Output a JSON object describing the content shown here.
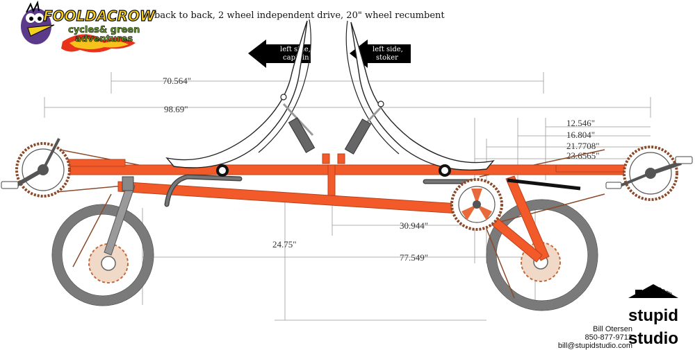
{
  "title": "back to back, 2 wheel independent drive, 20\" wheel recumbent",
  "logo": {
    "name": "FOOLDACROW",
    "tagline_1": "cycles& green",
    "tagline_2": "adventures"
  },
  "arrows": [
    {
      "text_line1": "left side,",
      "text_line2": "captain"
    },
    {
      "text_line1": "left side,",
      "text_line2": "stoker"
    }
  ],
  "dimensions": {
    "d1": "70.564\"",
    "d2": "98.69\"",
    "d3": "12.546\"",
    "d4": "16.804\"",
    "d5": "21.7708\"",
    "d6": "23.6565\"",
    "d7": "30.944\"",
    "d8": "24.75\"",
    "d9": "77.549\""
  },
  "credits": {
    "name": "Bill Otersen",
    "phone": "850-877-9712",
    "email": "bill@stupidstudio.com"
  },
  "studio_logo": {
    "line1": "stu",
    "line1b": "pid",
    "line2": "stu",
    "line2b": "dio",
    "dotcom": ".com"
  },
  "colors": {
    "frame": "#f25a2a",
    "frame_dark": "#c9401a",
    "tire": "#7a7a7a",
    "gear": "#e06a3a",
    "arrow": "#000000"
  }
}
